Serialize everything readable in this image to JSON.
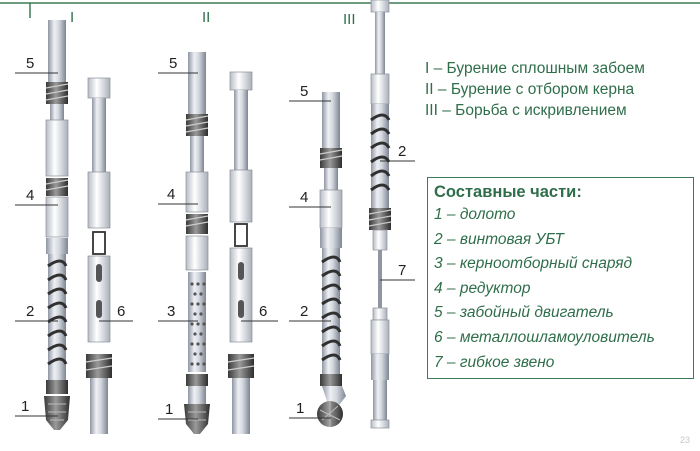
{
  "columns": [
    {
      "numeral": "I"
    },
    {
      "numeral": "II"
    },
    {
      "numeral": "III"
    }
  ],
  "legend": [
    "I – Бурение сплошным забоем",
    "II – Бурение с отбором керна",
    "III – Борьба с искривлением"
  ],
  "parts": {
    "title": "Составные части:",
    "items": [
      "1 – долото",
      "2 – винтовая УБТ",
      "3 – керноотборный снаряд",
      "4 – редуктор",
      "5 – забойный двигатель",
      "6 – металлошламоуловитель",
      "7 – гибкое звено"
    ]
  },
  "callouts": {
    "c1": "5",
    "c2": "4",
    "c3": "2",
    "c4": "1",
    "c5": "6",
    "c6": "5",
    "c7": "4",
    "c8": "3",
    "c9": "1",
    "c10": "6",
    "c11": "5",
    "c12": "4",
    "c13": "2",
    "c14": "1",
    "c15": "2",
    "c16": "7"
  },
  "page_number": "23",
  "colors": {
    "accent_green": "#2f6e4a",
    "frame_green": "#3d7a55",
    "pipe": "#c9ced6",
    "thread": "#555555",
    "spiral": "#303030"
  }
}
